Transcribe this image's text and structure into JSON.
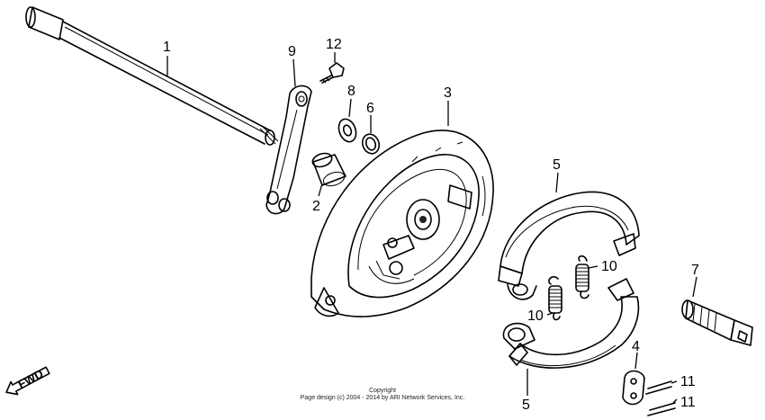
{
  "callouts": {
    "c1": "1",
    "c2": "2",
    "c3": "3",
    "c4": "4",
    "c5a": "5",
    "c5b": "5",
    "c6": "6",
    "c7": "7",
    "c8": "8",
    "c9": "9",
    "c10a": "10",
    "c10b": "10",
    "c11a": "11",
    "c11b": "11",
    "c12": "12"
  },
  "fwd_label": "FWD",
  "copyright": {
    "line1": "Copyright",
    "line2": "Page design (c) 2004 - 2014 by ARI Network Services, Inc."
  }
}
